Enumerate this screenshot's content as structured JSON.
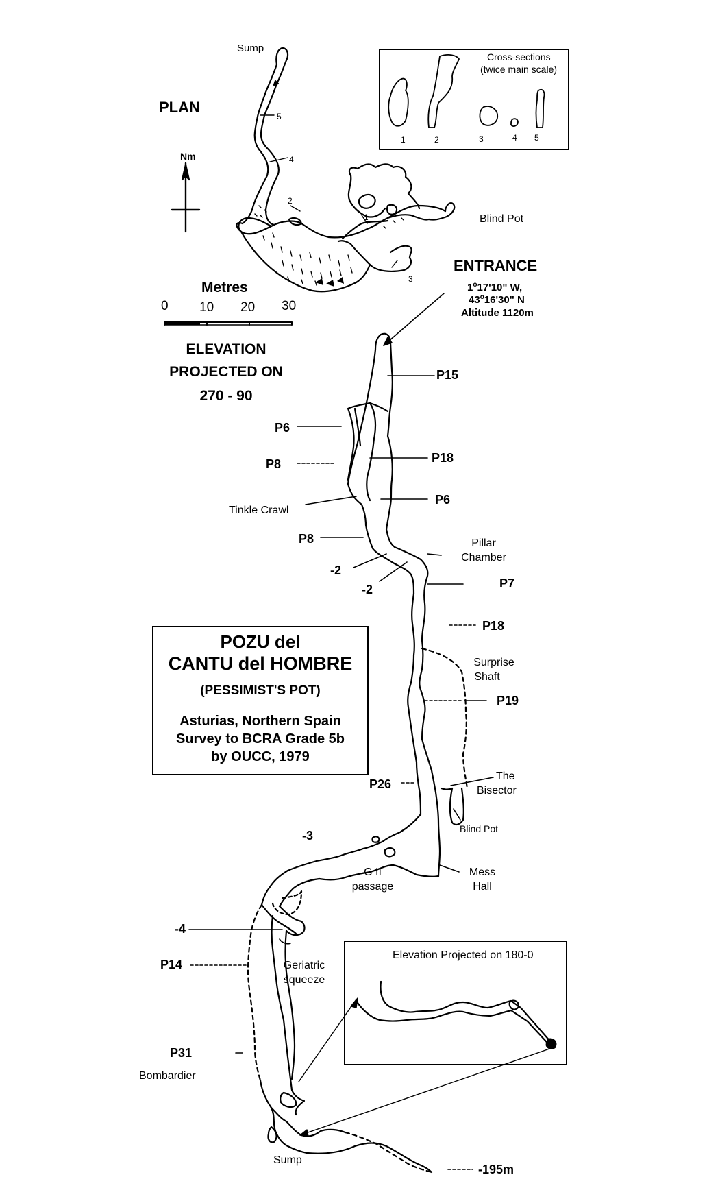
{
  "plan": {
    "heading": "PLAN",
    "sump_label": "Sump",
    "blind_pot_label": "Blind Pot",
    "north_label": "Nm",
    "station_numbers": [
      "5",
      "4",
      "2",
      "1",
      "3"
    ]
  },
  "cross_sections": {
    "title_line1": "Cross-sections",
    "title_line2": "(twice main scale)",
    "numbers": [
      "1",
      "2",
      "3",
      "4",
      "5"
    ]
  },
  "scale": {
    "title": "Metres",
    "ticks": [
      "0",
      "10",
      "20",
      "30"
    ]
  },
  "entrance": {
    "heading": "ENTRANCE",
    "line1_deg": "1",
    "line1_rest": "17'10\" W,",
    "line2_deg": "43",
    "line2_rest": "16'30\" N",
    "altitude": "Altitude 1120m"
  },
  "elevation": {
    "line1": "ELEVATION",
    "line2": "PROJECTED ON",
    "line3": "270 - 90"
  },
  "title_block": {
    "line1": "POZU del",
    "line2": "CANTU del HOMBRE",
    "line3": "(PESSIMIST'S POT)",
    "line4": "Asturias, Northern Spain",
    "line5": "Survey to BCRA Grade 5b",
    "line6": "by OUCC, 1979"
  },
  "pitch_labels": {
    "p15": "P15",
    "p6_left": "P6",
    "p8_left": "P8",
    "p18_upper": "P18",
    "p6_right": "P6",
    "p8_lower": "P8",
    "m2_a": "-2",
    "m2_b": "-2",
    "p7": "P7",
    "p18_lower": "P18",
    "p19": "P19",
    "p26": "P26",
    "m3": "-3",
    "m4": "-4",
    "p14": "P14",
    "p31": "P31",
    "depth": "-195m"
  },
  "features": {
    "tinkle_crawl": "Tinkle Crawl",
    "pillar_chamber_1": "Pillar",
    "pillar_chamber_2": "Chamber",
    "surprise_shaft_1": "Surprise",
    "surprise_shaft_2": "Shaft",
    "bisector_1": "The",
    "bisector_2": "Bisector",
    "blind_pot": "Blind Pot",
    "mess_hall_1": "Mess",
    "mess_hall_2": "Hall",
    "g2_1": "G II",
    "g2_2": "passage",
    "geriatric_1": "Geriatric",
    "geriatric_2": "squeeze",
    "bombardier": "Bombardier",
    "sump": "Sump"
  },
  "inset": {
    "title": "Elevation Projected on 180-0"
  }
}
